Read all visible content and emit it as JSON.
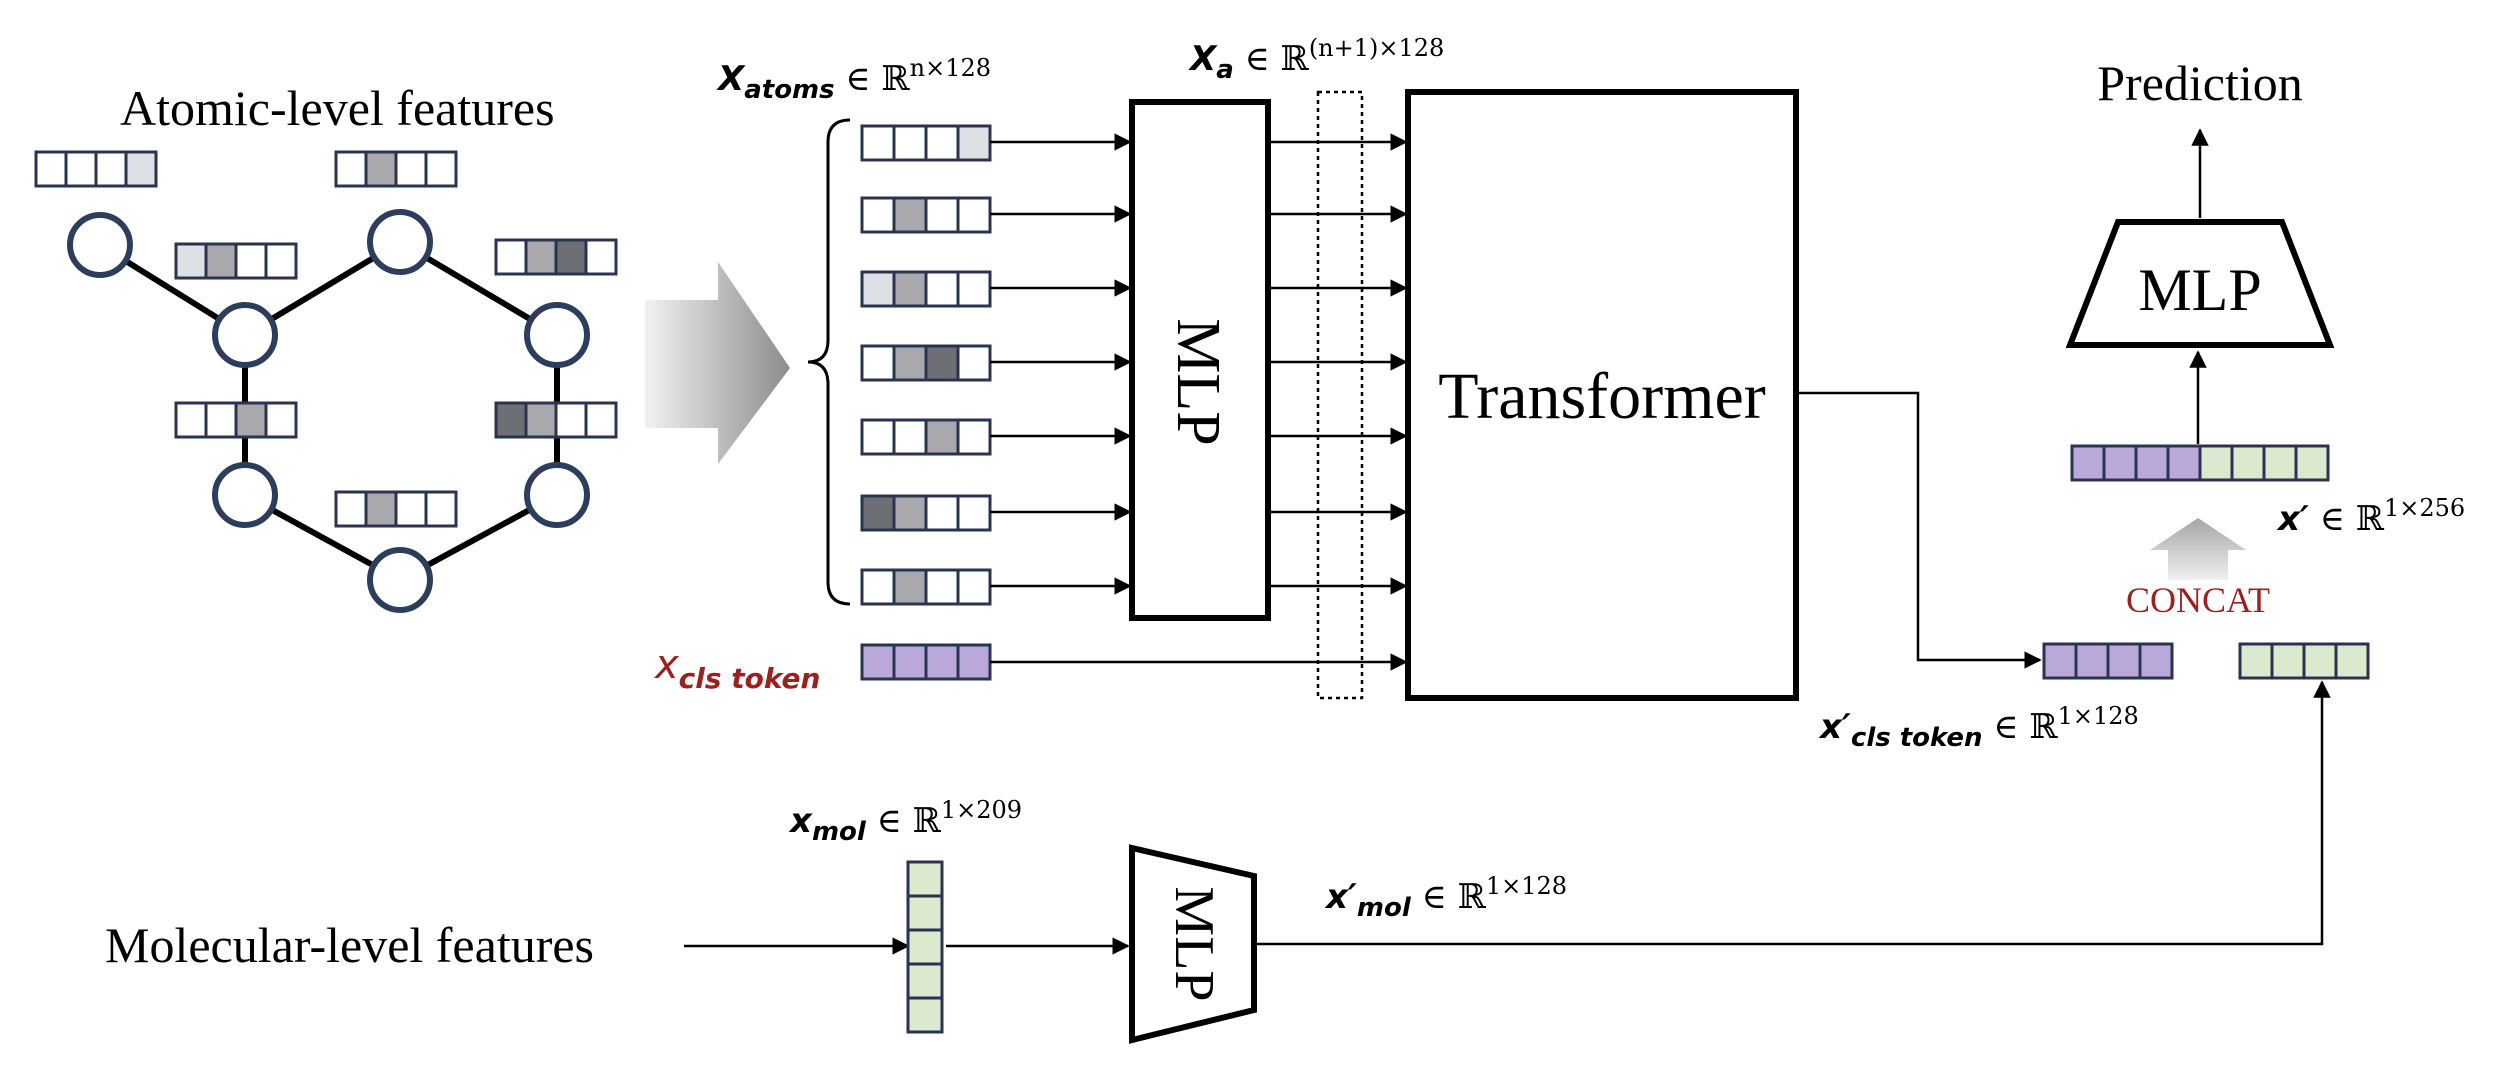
{
  "colors": {
    "cls_purple": "#b9a8d9",
    "concat_green": "#dbe9cf",
    "cell_light": "#dde0e4",
    "cell_mid": "#a9a9ad",
    "cell_dark": "#6e6f74",
    "cls_label": "#9b2020"
  },
  "labels": {
    "atomic_features": "Atomic-level features",
    "molecular_features": "Molecular-level features",
    "mlp_vertical": "MLP",
    "mlp_mol": "MLP",
    "mlp_top": "MLP",
    "transformer": "Transformer",
    "prediction": "Prediction",
    "concat": "CONCAT",
    "plus": "+"
  },
  "math": {
    "x_atoms": {
      "var": "X",
      "sub": "atoms",
      "rel": " ∈ ℝ",
      "sup": "n×128"
    },
    "x_a": {
      "var": "X",
      "sub": "a",
      "rel": " ∈ ℝ",
      "sup": "(n+1)×128"
    },
    "x_cls": {
      "var": "x",
      "sub": "cls token"
    },
    "x_mol": {
      "var": "x",
      "sub": "mol",
      "rel": " ∈ ℝ",
      "sup": "1×209"
    },
    "x_mol_prime": {
      "var": "x′",
      "sub": "mol",
      "rel": " ∈ ℝ",
      "sup": "1×128"
    },
    "x_cls_prime": {
      "var": "x′",
      "sub": "cls token",
      "rel": " ∈ ℝ",
      "sup": "1×128"
    },
    "x_prime": {
      "var": "x′",
      "rel": " ∈ ℝ",
      "sup": "1×256"
    }
  }
}
